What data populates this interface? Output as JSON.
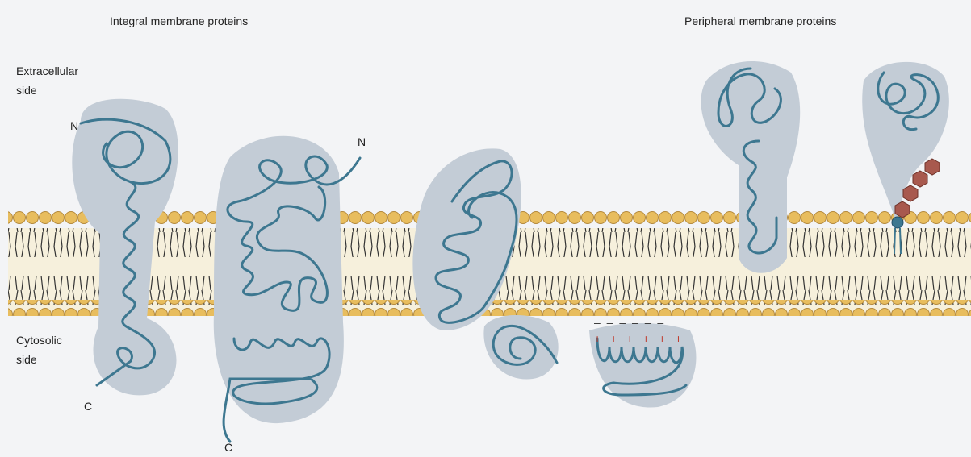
{
  "headings": {
    "integral": "Integral membrane proteins",
    "peripheral": "Peripheral membrane proteins"
  },
  "sides": {
    "extracellular_line1": "Extracellular",
    "extracellular_line2": "side",
    "cytosolic_line1": "Cytosolic",
    "cytosolic_line2": "side"
  },
  "termini": {
    "n1": "N",
    "c1": "C",
    "n2": "N",
    "c2": "C"
  },
  "charges": {
    "negative": "– – – – – –",
    "positive": "+ + + + + +"
  },
  "colors": {
    "lipid_head": "#e8bd5e",
    "protein_shade": "#c3ccd6",
    "protein_chain": "#3d7790",
    "lipid_anchor": "#a8594e"
  }
}
